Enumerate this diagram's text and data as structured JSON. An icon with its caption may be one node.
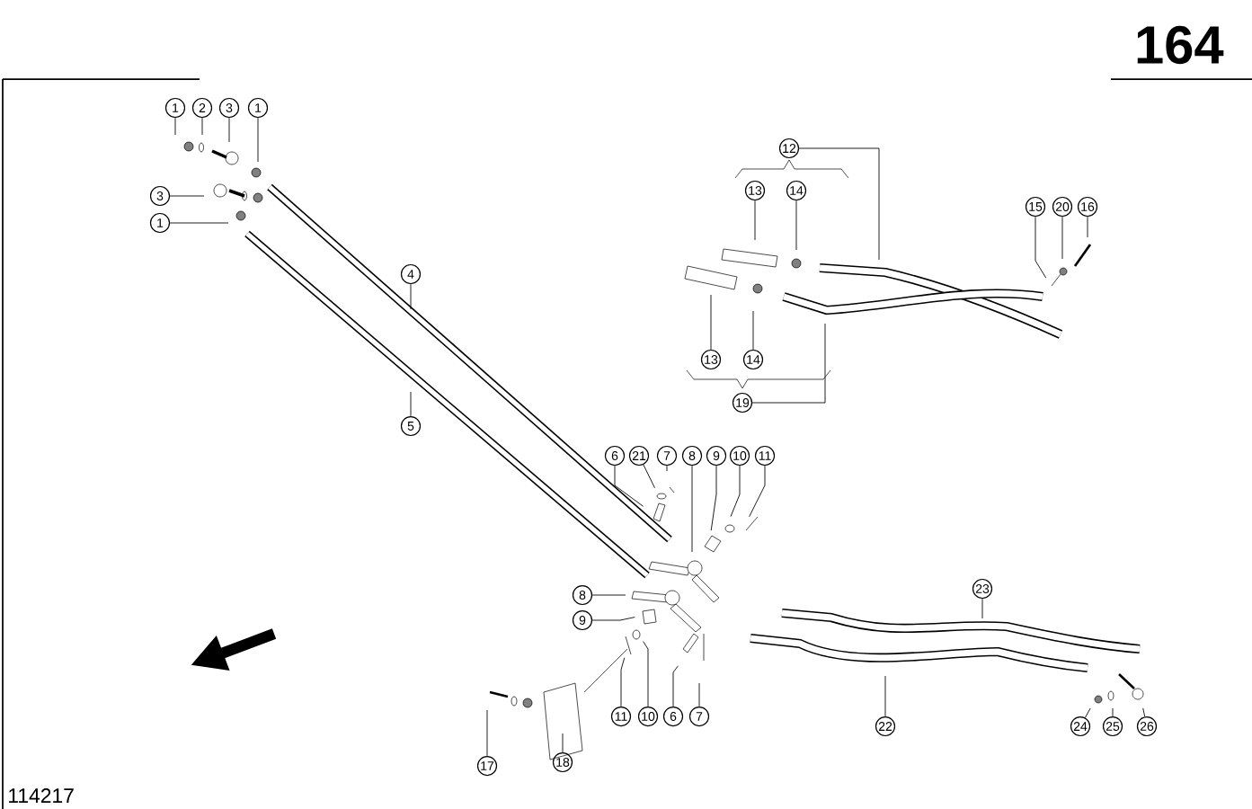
{
  "diagram": {
    "nodes": [
      {
        "text": [
          "1"
        ]
      },
      {
        "text": [
          "2"
        ]
      },
      {
        "text": [
          "3"
        ]
      },
      {
        "text": [
          "1"
        ]
      },
      {
        "text": [
          "3"
        ]
      },
      {
        "text": [
          "1"
        ]
      },
      {
        "text": [
          "4"
        ]
      },
      {
        "text": [
          "5"
        ]
      },
      {
        "text": [
          "12"
        ]
      },
      {
        "text": [
          "13"
        ]
      },
      {
        "text": [
          "14"
        ]
      },
      {
        "text": [
          "13"
        ]
      },
      {
        "text": [
          "14"
        ]
      },
      {
        "text": [
          "19"
        ]
      },
      {
        "text": [
          "15"
        ]
      },
      {
        "text": [
          "20"
        ]
      },
      {
        "text": [
          "16"
        ]
      },
      {
        "text": [
          "6"
        ]
      },
      {
        "text": [
          "21"
        ]
      },
      {
        "text": [
          "7"
        ]
      },
      {
        "text": [
          "8"
        ]
      },
      {
        "text": [
          "9"
        ]
      },
      {
        "text": [
          "10"
        ]
      },
      {
        "text": [
          "11"
        ]
      },
      {
        "text": [
          "8"
        ]
      },
      {
        "text": [
          "9"
        ]
      },
      {
        "text": [
          "11"
        ]
      },
      {
        "text": [
          "10"
        ]
      },
      {
        "text": [
          "6"
        ]
      },
      {
        "text": [
          "7"
        ]
      },
      {
        "text": [
          "17"
        ]
      },
      {
        "text": [
          "18"
        ]
      },
      {
        "text": [
          "23"
        ]
      },
      {
        "text": [
          "22"
        ]
      },
      {
        "text": [
          "24"
        ]
      },
      {
        "text": [
          "25"
        ]
      },
      {
        "text": [
          "26"
        ]
      }
    ],
    "edges": [
      {
        "from": 0,
        "to": null,
        "arrow": "none"
      },
      {
        "from": 1,
        "to": null,
        "arrow": "none"
      },
      {
        "from": 2,
        "to": null,
        "arrow": "none"
      },
      {
        "from": 3,
        "to": null,
        "arrow": "none"
      },
      {
        "from": 4,
        "to": null,
        "arrow": "none"
      },
      {
        "from": 5,
        "to": null,
        "arrow": "none"
      },
      {
        "from": 6,
        "to": null,
        "arrow": "none"
      },
      {
        "from": 7,
        "to": null,
        "arrow": "none"
      },
      {
        "from": 8,
        "to": null,
        "arrow": "none"
      },
      {
        "from": 9,
        "to": null,
        "arrow": "none"
      },
      {
        "from": 10,
        "to": null,
        "arrow": "none"
      },
      {
        "from": 11,
        "to": null,
        "arrow": "none"
      },
      {
        "from": 12,
        "to": null,
        "arrow": "none"
      },
      {
        "from": 13,
        "to": null,
        "arrow": "none"
      },
      {
        "from": 14,
        "to": null,
        "arrow": "none"
      },
      {
        "from": 15,
        "to": null,
        "arrow": "none"
      },
      {
        "from": 16,
        "to": null,
        "arrow": "none"
      },
      {
        "from": 17,
        "to": null,
        "arrow": "none"
      },
      {
        "from": 18,
        "to": null,
        "arrow": "none"
      },
      {
        "from": 19,
        "to": null,
        "arrow": "none"
      },
      {
        "from": 20,
        "to": null,
        "arrow": "none"
      },
      {
        "from": 21,
        "to": null,
        "arrow": "none"
      },
      {
        "from": 22,
        "to": null,
        "arrow": "none"
      },
      {
        "from": 23,
        "to": null,
        "arrow": "none"
      },
      {
        "from": 24,
        "to": null,
        "arrow": "none"
      },
      {
        "from": 25,
        "to": null,
        "arrow": "none"
      },
      {
        "from": 26,
        "to": null,
        "arrow": "none"
      },
      {
        "from": 27,
        "to": null,
        "arrow": "none"
      },
      {
        "from": 28,
        "to": null,
        "arrow": "none"
      },
      {
        "from": 29,
        "to": null,
        "arrow": "none"
      },
      {
        "from": 30,
        "to": null,
        "arrow": "none"
      },
      {
        "from": 31,
        "to": null,
        "arrow": "none"
      },
      {
        "from": 32,
        "to": null,
        "arrow": "none"
      },
      {
        "from": 33,
        "to": null,
        "arrow": "none"
      },
      {
        "from": 34,
        "to": null,
        "arrow": "none"
      },
      {
        "from": 35,
        "to": null,
        "arrow": "none"
      },
      {
        "from": 36,
        "to": null,
        "arrow": "none"
      }
    ],
    "labels": [
      "164",
      "114217"
    ]
  }
}
